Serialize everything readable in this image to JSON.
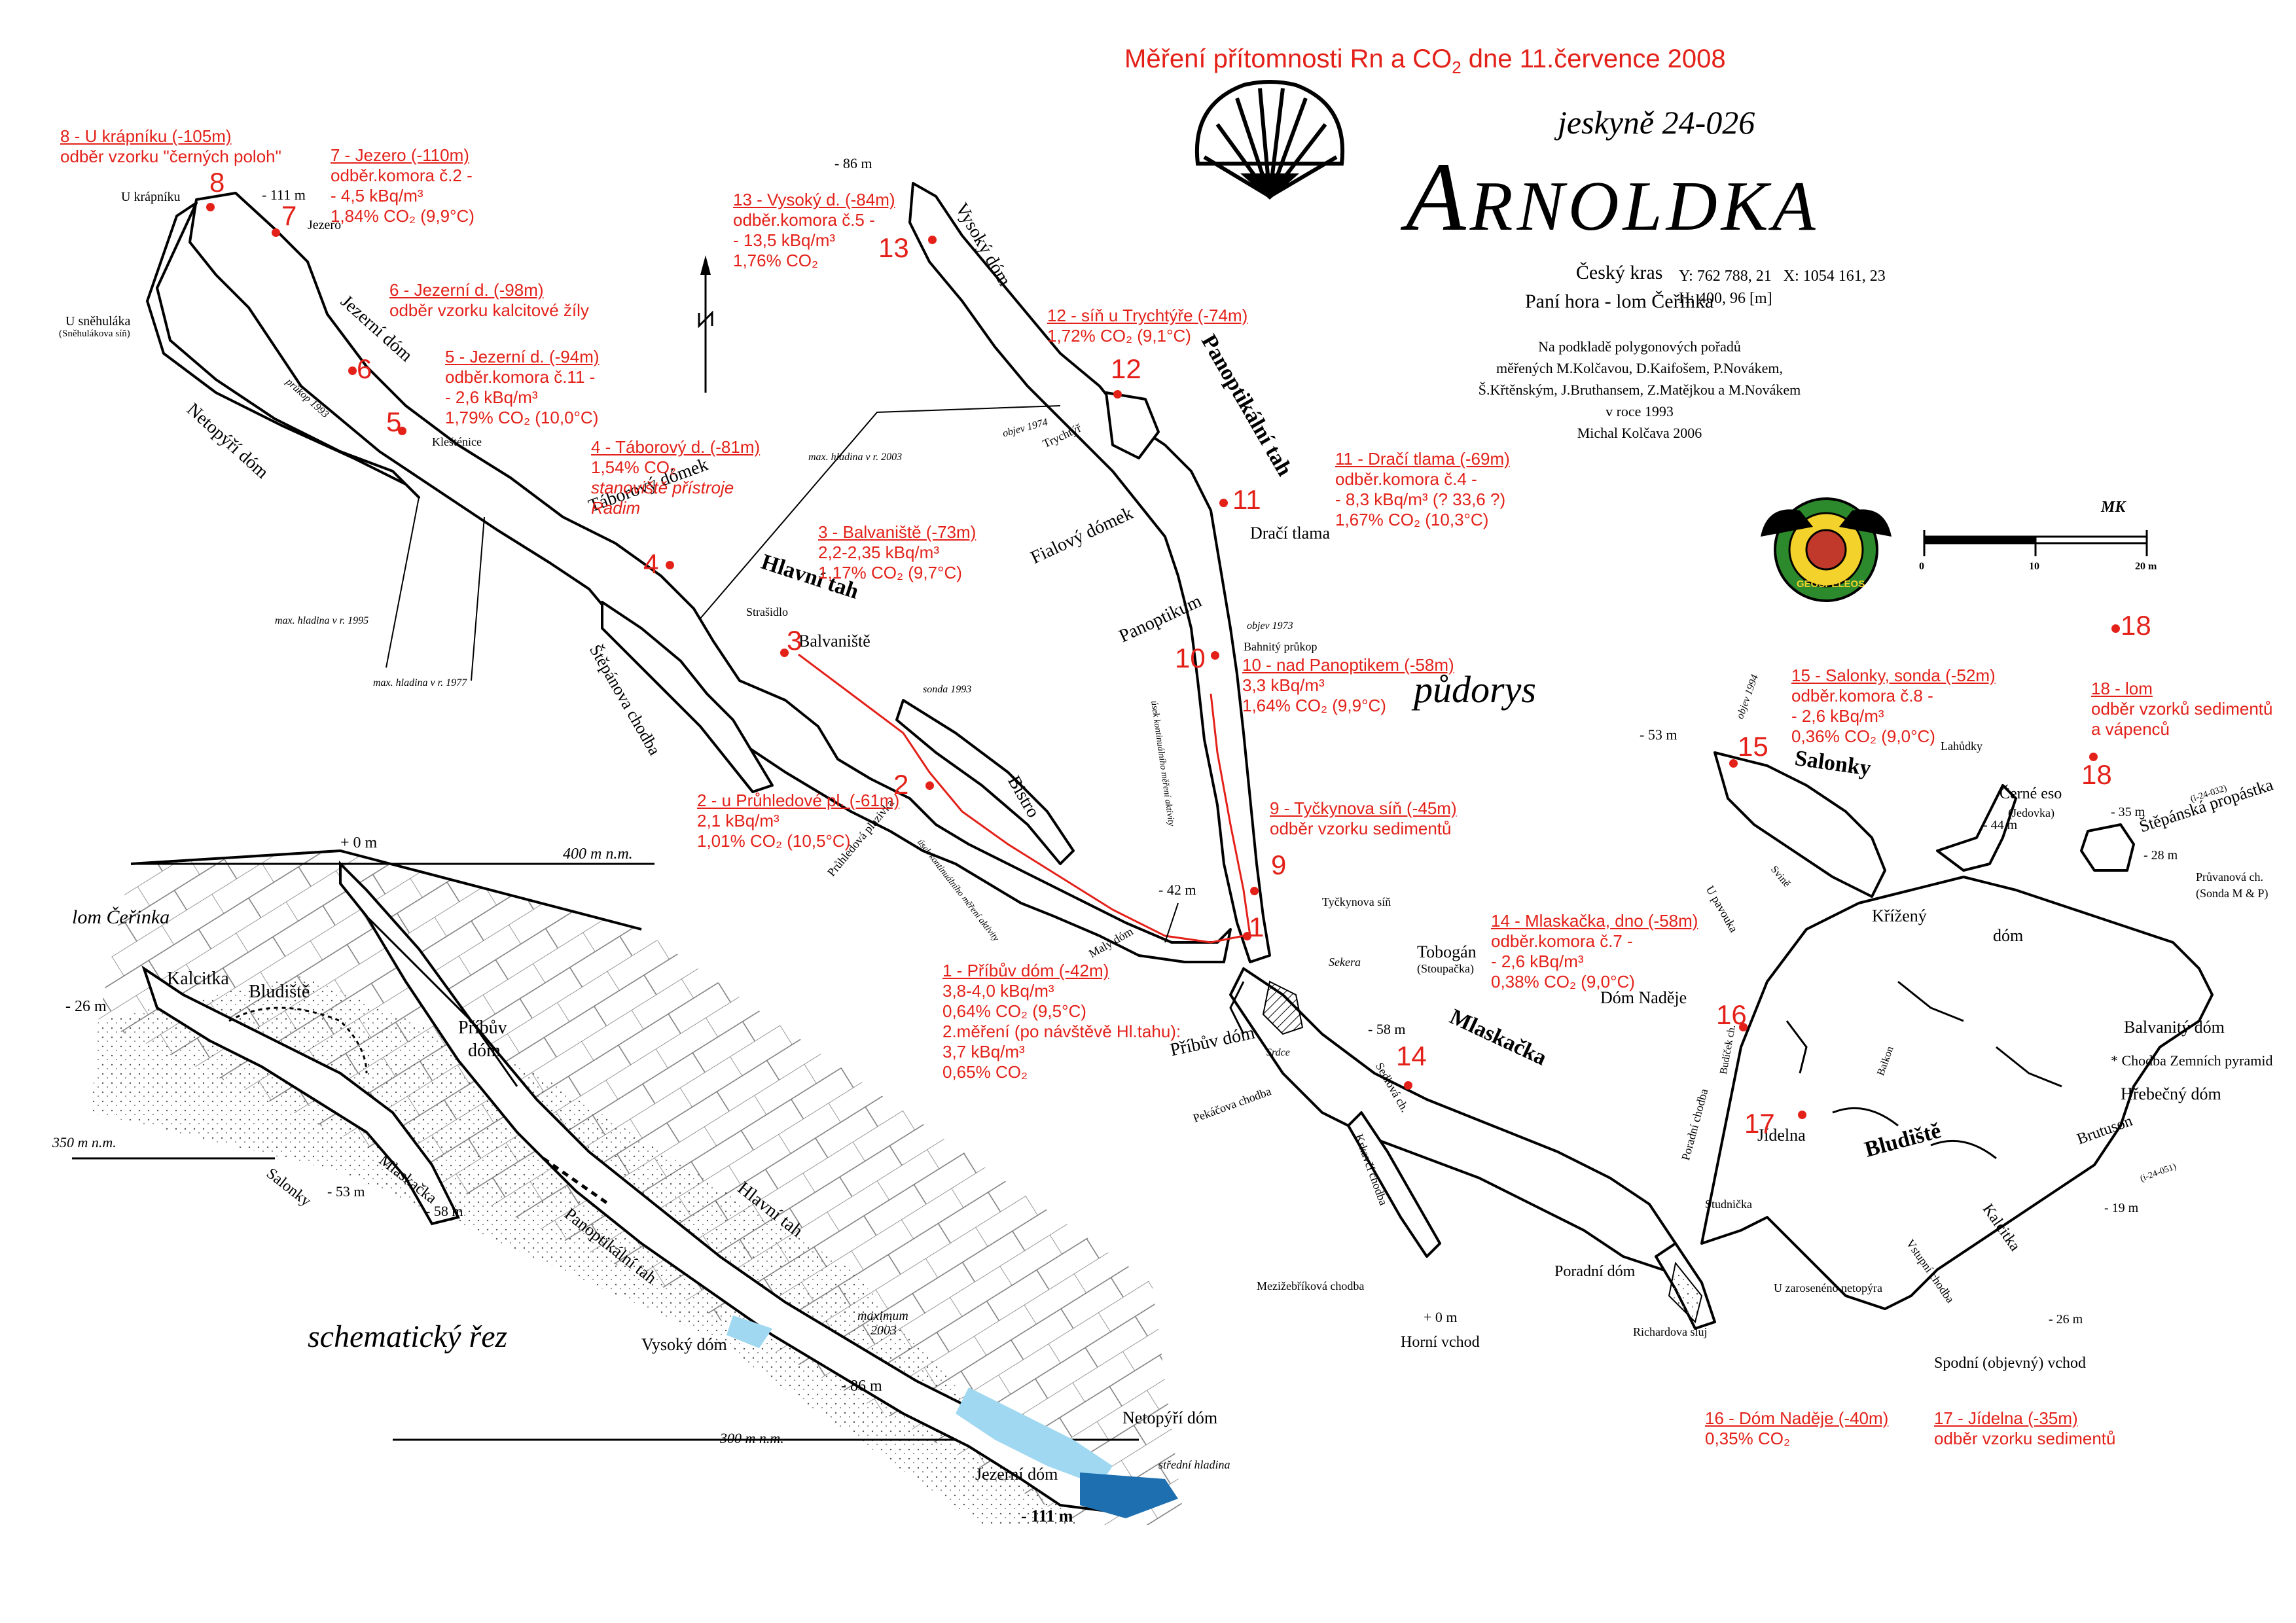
{
  "header": {
    "title_main": "Měření přítomnosti Rn a CO",
    "title_sub": "2",
    "title_rest": " dne 11.července 2008",
    "cave_id": "jeskyně 24-026",
    "cave_name_first": "A",
    "cave_name_rest": "RNOLDKA",
    "region_1": "Český kras",
    "region_2": "Paní hora - lom Čeřinka",
    "coord_y": "Y: 762 788, 21",
    "coord_x": "X: 1054 161, 23",
    "coord_h": "H: 400, 96 [m]",
    "credits": [
      "Na podkladě polygonových pořadů",
      "měřených M.Kolčavou, D.Kaifošem, P.Novákem,",
      "Š.Křtěnským, J.Bruthansem, Z.Matějkou a M.Novákem",
      "v roce 1993",
      "Michal Kolčava 2006"
    ],
    "plan_label": "půdorys",
    "section_label": "schematický řez",
    "scale_ticks": [
      "0",
      "10",
      "20 m"
    ],
    "logo_text": "GEOSPELEOS",
    "signature": "MK"
  },
  "points": [
    {
      "n": "1",
      "title": "1 - Příbův dóm (-42m)",
      "lines": [
        "3,8-4,0 kBq/m³",
        "0,64% CO₂ (9,5°C)",
        "2.měření (po návštěvě Hl.tahu):",
        "3,7 kBq/m³",
        "0,65% CO₂"
      ]
    },
    {
      "n": "2",
      "title": "2 - u Průhledové pl. (-61m)",
      "lines": [
        "2,1 kBq/m³",
        "1,01% CO₂ (10,5°C)"
      ]
    },
    {
      "n": "3",
      "title": "3 - Balvaniště (-73m)",
      "lines": [
        "2,2-2,35 kBq/m³",
        "1,17% CO₂ (9,7°C)"
      ]
    },
    {
      "n": "4",
      "title": "4 - Táborový d. (-81m)",
      "lines": [
        "1,54% CO₂",
        "stanoviště přístroje",
        "Radim"
      ]
    },
    {
      "n": "5",
      "title": "5 - Jezerní d. (-94m)",
      "lines": [
        "odběr.komora č.11 -",
        "- 2,6 kBq/m³",
        "1,79% CO₂ (10,0°C)"
      ]
    },
    {
      "n": "6",
      "title": "6 - Jezerní d. (-98m)",
      "lines": [
        "odběr vzorku kalcitové žíly"
      ]
    },
    {
      "n": "7",
      "title": "7 - Jezero (-110m)",
      "lines": [
        "odběr.komora č.2 -",
        "- 4,5 kBq/m³",
        "1,84% CO₂ (9,9°C)"
      ]
    },
    {
      "n": "8",
      "title": "8 - U krápníku (-105m)",
      "lines": [
        "odběr vzorku \"černých poloh\""
      ]
    },
    {
      "n": "9",
      "title": "9 - Tyčkynova síň (-45m)",
      "lines": [
        "odběr vzorku sedimentů"
      ]
    },
    {
      "n": "10",
      "title": "10 - nad Panoptikem (-58m)",
      "lines": [
        "3,3 kBq/m³",
        "1,64% CO₂ (9,9°C)"
      ]
    },
    {
      "n": "11",
      "title": "11 - Dračí tlama (-69m)",
      "lines": [
        "odběr.komora č.4 -",
        "- 8,3 kBq/m³ (? 33,6 ?)",
        "1,67% CO₂ (10,3°C)"
      ]
    },
    {
      "n": "12",
      "title": "12 - síň u Trychtýře (-74m)",
      "lines": [
        "1,72% CO₂ (9,1°C)"
      ]
    },
    {
      "n": "13",
      "title": "13 - Vysoký d. (-84m)",
      "lines": [
        "odběr.komora č.5 -",
        "- 13,5 kBq/m³",
        "1,76% CO₂"
      ]
    },
    {
      "n": "14",
      "title": "14 - Mlaskačka, dno (-58m)",
      "lines": [
        "odběr.komora č.7 -",
        "- 2,6 kBq/m³",
        "0,38% CO₂ (9,0°C)"
      ]
    },
    {
      "n": "15",
      "title": "15 - Salonky, sonda (-52m)",
      "lines": [
        "odběr.komora č.8 -",
        "- 2,6 kBq/m³",
        "0,36% CO₂ (9,0°C)"
      ]
    },
    {
      "n": "16",
      "title": "16 - Dóm Naděje (-40m)",
      "lines": [
        "0,35% CO₂"
      ]
    },
    {
      "n": "17",
      "title": "17 - Jídelna (-35m)",
      "lines": [
        "odběr vzorku sedimentů"
      ]
    },
    {
      "n": "18",
      "title": "18 - lom",
      "lines": [
        "odběr vzorků sedimentů",
        "a vápenců"
      ]
    }
  ],
  "plan_labels": {
    "u_krapniku": "U krápníku",
    "jezero": "Jezero",
    "d111": "- 111 m",
    "u_snehulaka": "U sněhuláka",
    "snehulakova": "(Sněhulákova síň)",
    "jezerni_dom": "Jezerní dóm",
    "netopyri_dom": "Netopýří dóm",
    "klestenice": "Klešténice",
    "prulez1993": "průkop 1993",
    "taborovy": "Táborový dómek",
    "hlavni_tah": "Hlavní tah",
    "strchadlo": "Strašidlo",
    "balvaniste": "Balvaniště",
    "stepanova": "Štěpánova chodba",
    "hladina2003": "max. hladina v r. 2003",
    "hladina1995": "max. hladina v r. 1995",
    "hladina1977": "max. hladina v r. 1977",
    "sonda1993": "sonda 1993",
    "bistro": "Bistro",
    "pruhledova": "Průhledová plazivka",
    "usek1": "úsek kontinuálního měření aktivity",
    "usek2": "úsek kontinuálního měření aktivity",
    "maly_dom": "Malý dóm",
    "pribuv_dom": "Příbův dóm",
    "pekacova": "Pekáčova chodba",
    "d42": "- 42 m",
    "d86": "- 86 m",
    "vysoky_dom": "Vysoký dóm",
    "objev1974": "objev 1974",
    "trychtyr": "Trychtýř",
    "panopt_tah": "Panoptikální tah",
    "fialovy": "Fialový dómek",
    "draci": "Dračí tlama",
    "panoptikum": "Panoptikum",
    "objev1973": "objev 1973",
    "bahnity": "Bahnitý průkop",
    "tyckynova": "Tyčkynova síň",
    "sekera": "Sekera",
    "srdce": "Srdce",
    "tobogan": "Tobogán",
    "stoupacka": "(Stoupačka)",
    "d58": "- 58 m",
    "mlaskacka": "Mlaskačka",
    "sedlova": "Sedlová ch.",
    "krkavci": "Krkavčí chodba",
    "mezizeb": "Mezižebříková chodba",
    "d0": "+ 0 m",
    "horni": "Horní vchod",
    "poradni": "Poradní dóm",
    "richardova": "Richardova sluj",
    "studnicka": "Studnička",
    "poradni_ch": "Poradní chodba",
    "d53": "- 53 m",
    "objev1994": "objev 1994",
    "salonky": "Salonky",
    "lahudky": "Lahůdky",
    "cerne_eso": "Černé eso",
    "jedovka": "(Jedovka)",
    "d44": "- 44 m",
    "d35": "- 35 m",
    "stepanska": "Štěpánská propástka",
    "ref2": "(i-24-032)",
    "d28": "- 28 m",
    "pruvanova": "Průvanová ch.",
    "sonda_mp": "(Sonda M & P)",
    "svine": "Svině",
    "u_pavouka": "U pavouka",
    "krizeny": "Křížený",
    "dom": "dóm",
    "dom_nadeje": "Dóm Naděje",
    "balvanity": "Balvanitý dóm",
    "zemnich": "Chodba Zemních pyramid",
    "hrebecny": "Hřebečný dóm",
    "budicek": "Budíček ch.",
    "balkon": "Balkon",
    "bludiste": "Bludiště",
    "jidelna": "Jídelna",
    "brutuson": "Brutuson",
    "ref1": "(i-24-051)",
    "d19": "- 19 m",
    "kalcitka": "Kalcitka",
    "vstupni": "Vstupní chodba",
    "d26": "- 26 m",
    "zaroseneho": "U zarosenéno netopýra",
    "spodni": "Spodní (objevný) vchod"
  },
  "section_labels": {
    "d0": "+ 0 m",
    "n400": "400 m n.m.",
    "lom": "lom Čeřinka",
    "d26": "- 26 m",
    "kalcitka": "Kalcitka",
    "bludiste": "Bludiště",
    "pribuv": "Příbův",
    "dom": "dóm",
    "n350": "350 m n.m.",
    "mlaskacka": "Mlaskačka",
    "salonky": "Salonky",
    "d53": "- 53 m",
    "d58": "- 58 m",
    "hlavni": "Hlavní tah",
    "panopt": "Panoptikální tah",
    "vysoky": "Vysoký dóm",
    "maximum": "maximum",
    "y2003": "2003",
    "d86": "- 86 m",
    "n300": "300 m n.m.",
    "netopyri": "Netopýří dóm",
    "jezerni": "Jezerní dóm",
    "stredni": "střední hladina",
    "d111": "- 111 m"
  }
}
